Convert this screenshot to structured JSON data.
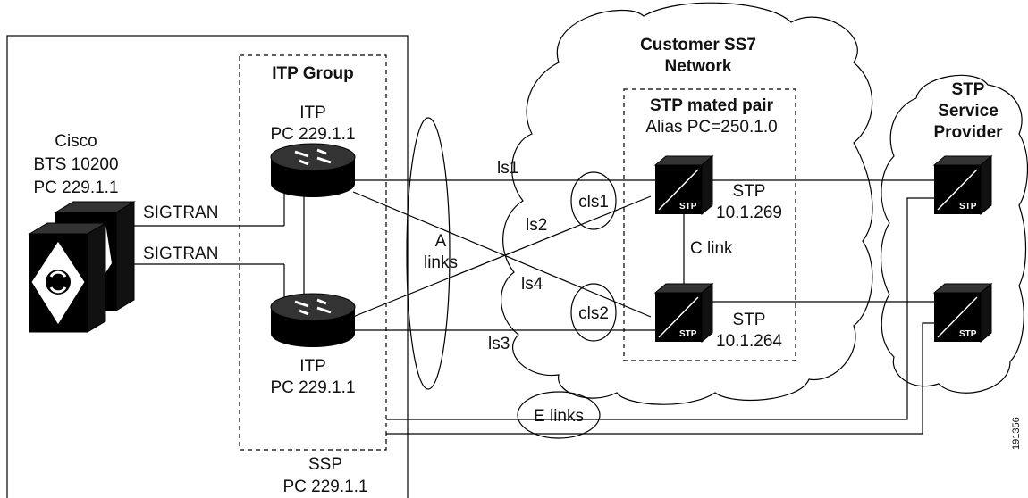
{
  "diagram": {
    "itp_group_label": "ITP Group",
    "itp_top": {
      "line1": "ITP",
      "line2": "PC 229.1.1"
    },
    "itp_bottom": {
      "line1": "ITP",
      "line2": "PC 229.1.1"
    },
    "cisco_bts": {
      "line1": "Cisco",
      "line2": "BTS 10200",
      "line3": "PC 229.1.1"
    },
    "sigtran_top": "SIGTRAN",
    "sigtran_bottom": "SIGTRAN",
    "a_links": {
      "line1": "A",
      "line2": "links"
    },
    "linksets": {
      "ls1": "ls1",
      "ls2": "ls2",
      "ls3": "ls3",
      "ls4": "ls4"
    },
    "combined_linksets": {
      "cls1": "cls1",
      "cls2": "cls2"
    },
    "customer_network": {
      "line1": "Customer SS7",
      "line2": "Network"
    },
    "stp_mated_pair": {
      "title": "STP mated pair",
      "alias": "Alias PC=250.1.0"
    },
    "stp_top": {
      "line1": "STP",
      "line2": "10.1.269"
    },
    "stp_bottom": {
      "line1": "STP",
      "line2": "10.1.264"
    },
    "c_link": "C link",
    "service_provider": {
      "line1": "STP",
      "line2": "Service",
      "line3": "Provider"
    },
    "stp_badge": "STP",
    "e_links": "E links",
    "ssp": {
      "line1": "SSP",
      "line2": "PC 229.1.1"
    },
    "figure_id": "191356"
  }
}
